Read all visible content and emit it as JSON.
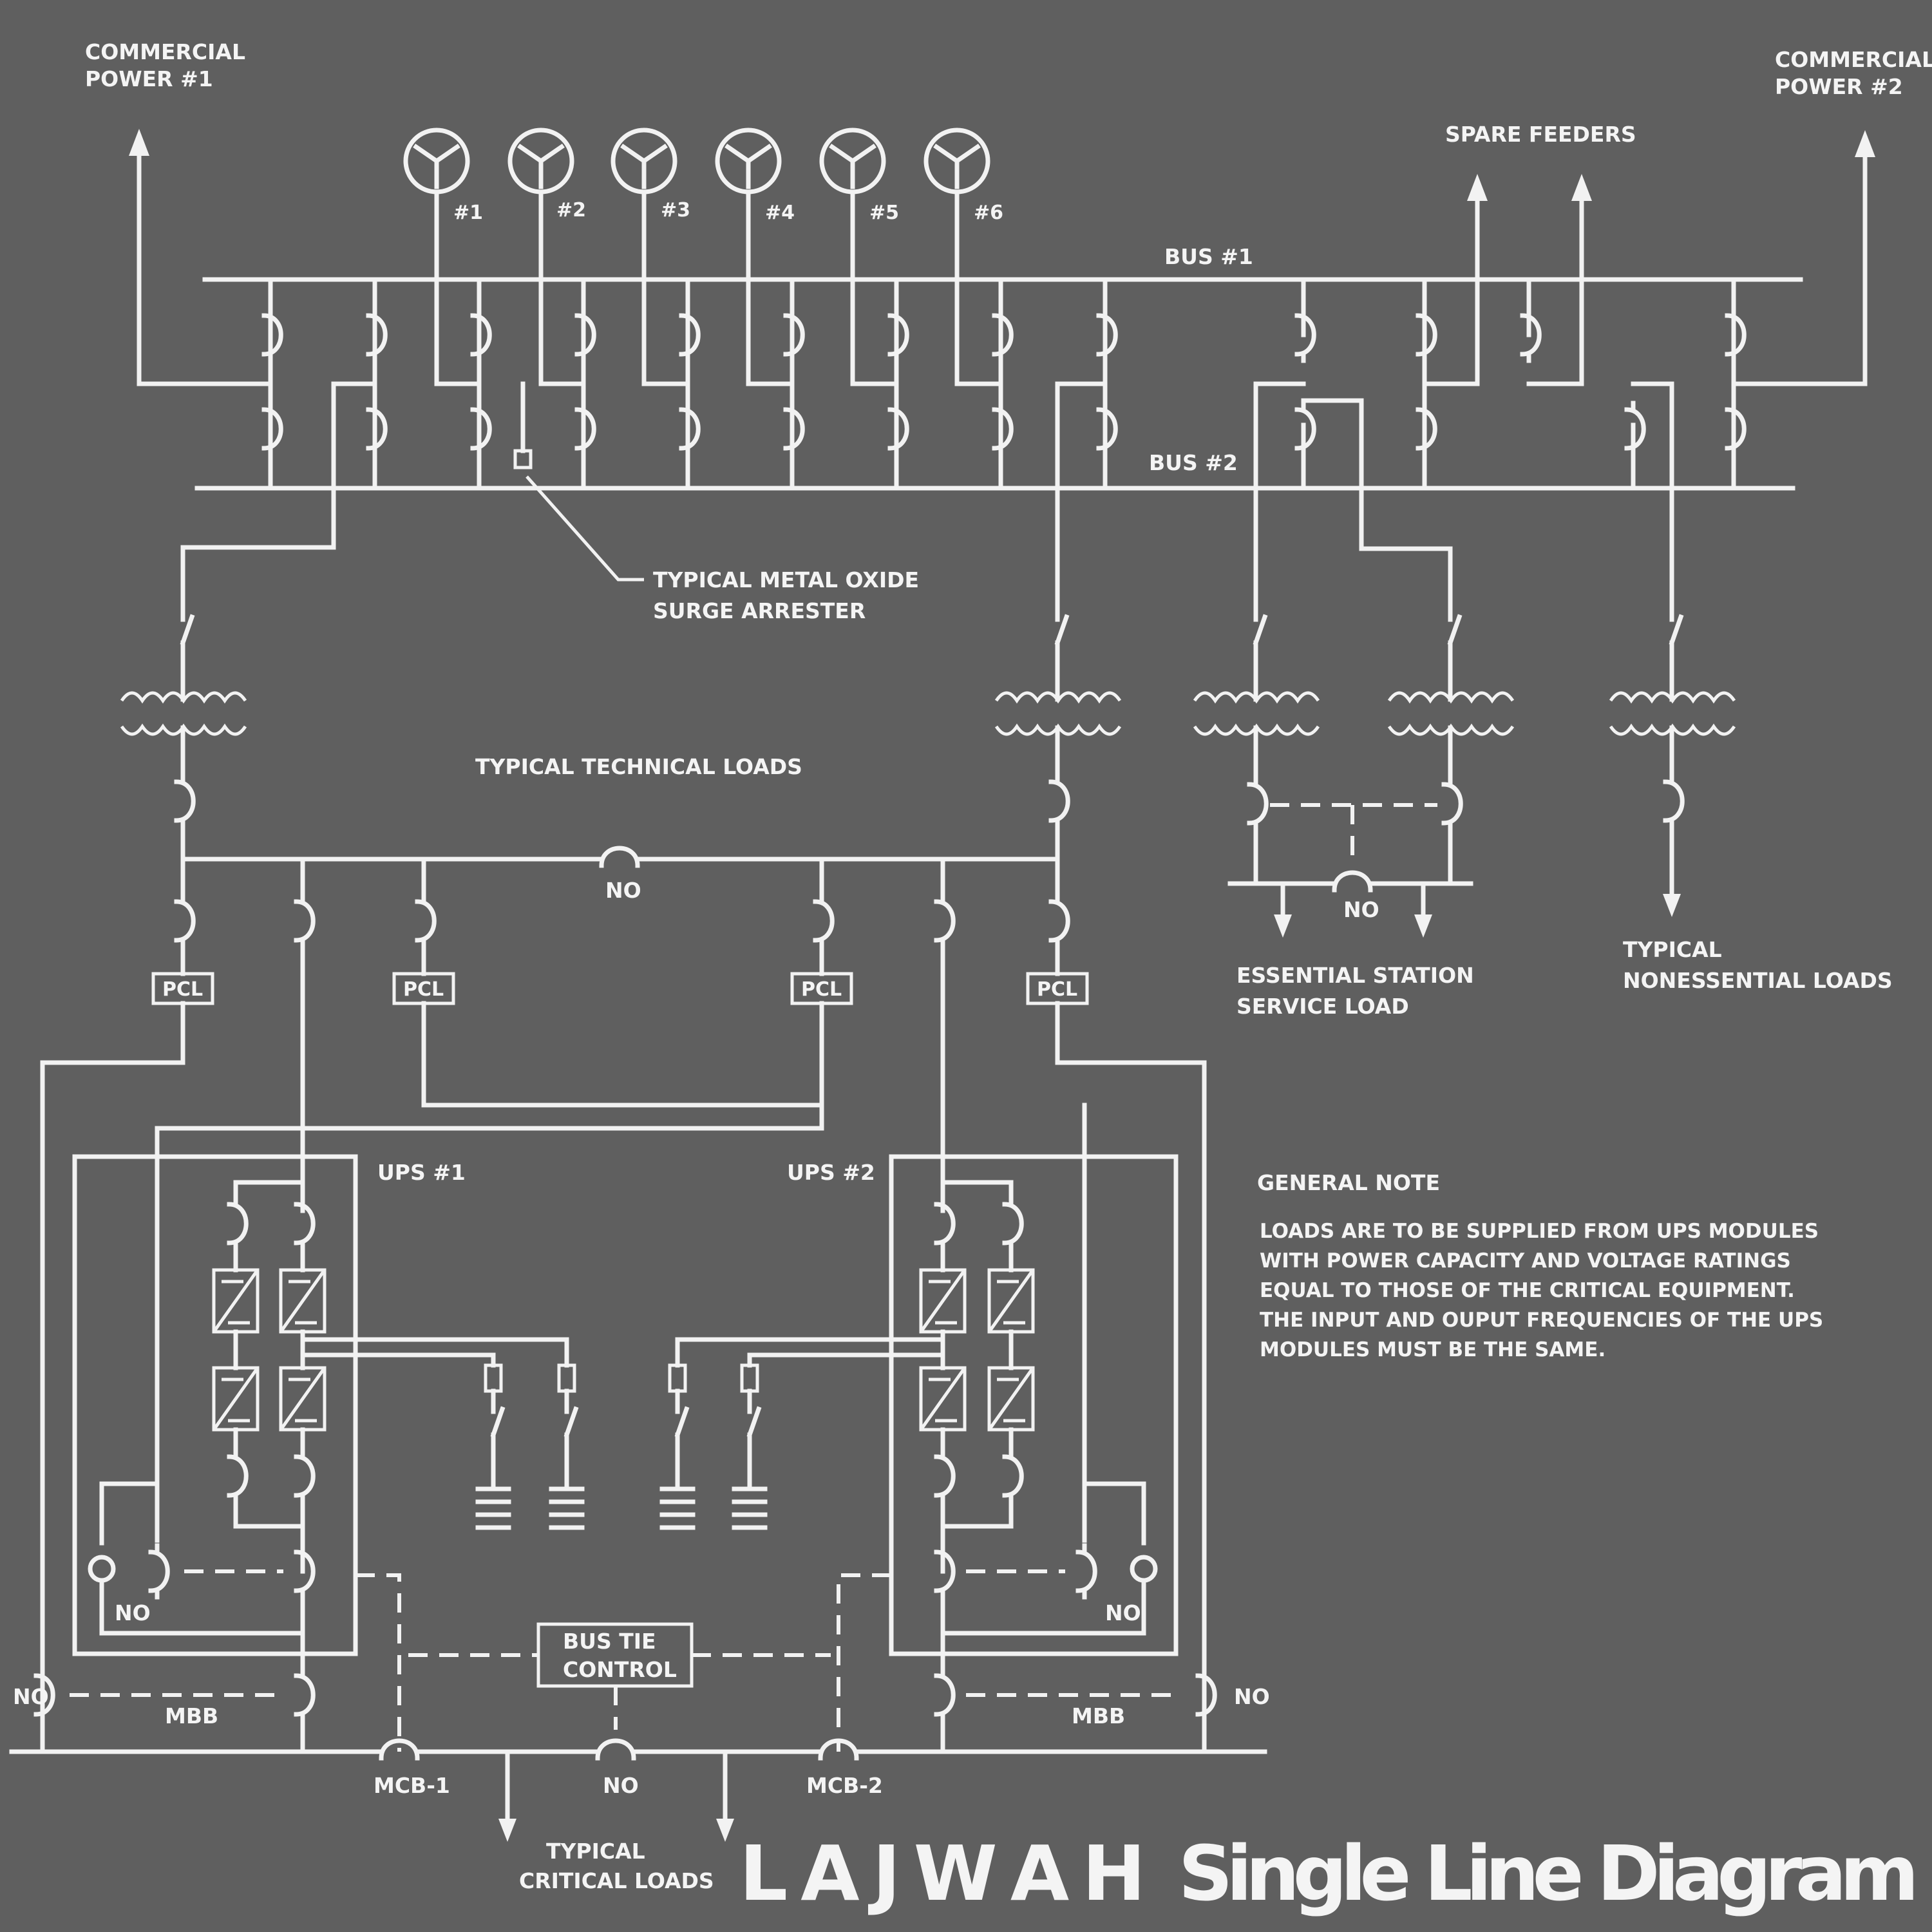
{
  "labels": {
    "commercial_power_1": [
      "COMMERCIAL",
      "POWER #1"
    ],
    "commercial_power_2": [
      "COMMERCIAL",
      "POWER #2"
    ],
    "spare_feeders": "SPARE FEEDERS",
    "bus_1": "BUS #1",
    "bus_2": "BUS #2",
    "generators": [
      "#1",
      "#2",
      "#3",
      "#4",
      "#5",
      "#6"
    ],
    "surge_arrester": [
      "TYPICAL METAL OXIDE",
      "SURGE ARRESTER"
    ],
    "technical_loads": "TYPICAL TECHNICAL LOADS",
    "no": "NO",
    "essential_load": [
      "ESSENTIAL STATION",
      "SERVICE LOAD"
    ],
    "nonessential_loads": [
      "TYPICAL",
      "NONESSENTIAL LOADS"
    ],
    "ups_1": "UPS #1",
    "ups_2": "UPS #2",
    "pcl": "PCL",
    "bus_tie_control": [
      "BUS TIE",
      "CONTROL"
    ],
    "mbb": "MBB",
    "mcb_1": "MCB-1",
    "mcb_2": "MCB-2",
    "critical_loads": [
      "TYPICAL",
      "CRITICAL LOADS"
    ]
  },
  "general_note": {
    "heading": "GENERAL NOTE",
    "lines": [
      "LOADS ARE TO BE SUPPLIED FROM UPS MODULES",
      "WITH POWER CAPACITY AND VOLTAGE RATINGS",
      "EQUAL TO THOSE OF THE CRITICAL EQUIPMENT.",
      "THE INPUT AND OUPUT FREQUENCIES OF THE UPS",
      "MODULES MUST BE THE SAME."
    ]
  },
  "title": "L A J W A H  Single Line Diagram",
  "colors": {
    "background": "#5f5f5f",
    "line": "#f2f2f2"
  }
}
